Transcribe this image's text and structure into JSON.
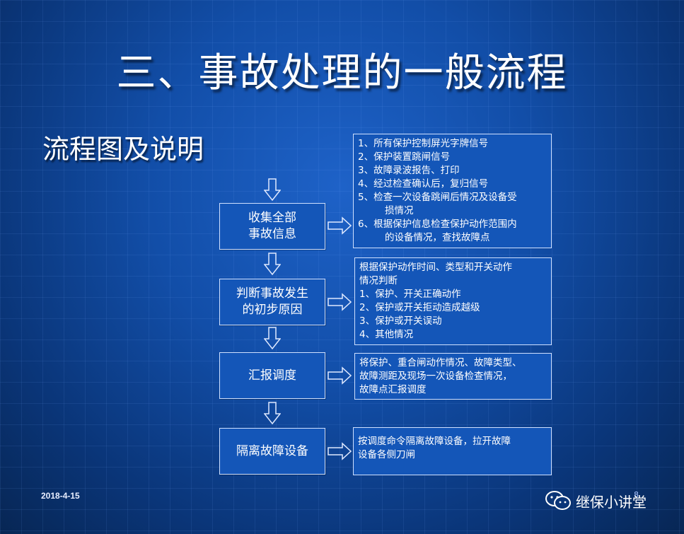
{
  "slide": {
    "title": "三、事故处理的一般流程",
    "subtitle": "流程图及说明",
    "date": "2018-4-15",
    "page_number": "8",
    "brand": "继保小讲堂"
  },
  "steps": [
    {
      "label_lines": [
        "收集全部",
        "事故信息"
      ]
    },
    {
      "label_lines": [
        "判断事故发生",
        "的初步原因"
      ]
    },
    {
      "label_lines": [
        "汇报调度"
      ]
    },
    {
      "label_lines": [
        "隔离故障设备"
      ]
    }
  ],
  "descriptions": [
    {
      "lines": [
        "1、所有保护控制屏光字牌信号",
        "2、保护装置跳闸信号",
        "3、故障录波报告、打印",
        "4、经过检查确认后，复归信号",
        "5、检查一次设备跳闸后情况及设备受",
        "损情况",
        "6、根据保护信息检查保护动作范围内",
        "的设备情况，查找故障点"
      ]
    },
    {
      "lines": [
        "根据保护动作时间、类型和开关动作",
        "情况判断",
        "1、保护、开关正确动作",
        "2、保护或开关拒动造成越级",
        "3、保护或开关误动",
        "4、其他情况"
      ]
    },
    {
      "lines": [
        "将保护、重合闸动作情况、故障类型、",
        "故障测距及现场一次设备检查情况，",
        "故障点汇报调度"
      ]
    },
    {
      "lines": [
        "按调度命令隔离故障设备，拉开故障",
        "设备各侧刀闸"
      ]
    }
  ],
  "icons": {
    "down_arrow": "down-arrow-icon",
    "right_arrow": "right-arrow-icon",
    "brand_logo": "wechat-icon"
  },
  "colors": {
    "box_fill": "#1456b8",
    "box_border": "#cfe0ff"
  }
}
